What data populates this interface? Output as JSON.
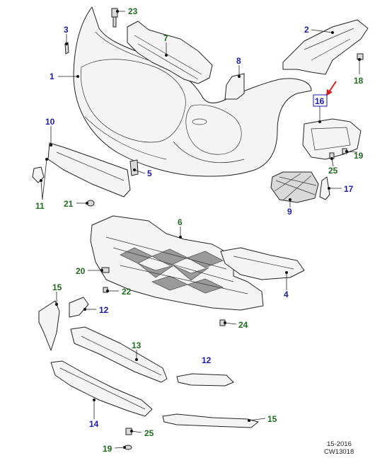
{
  "colors": {
    "blue_label": "#1a1aa8",
    "green_label": "#1f6b1f",
    "arrow": "#d42020",
    "line": "#222222"
  },
  "callouts": [
    {
      "id": "1",
      "text": "1",
      "color": "blue"
    },
    {
      "id": "2",
      "text": "2",
      "color": "blue"
    },
    {
      "id": "3",
      "text": "3",
      "color": "blue"
    },
    {
      "id": "4",
      "text": "4",
      "color": "blue"
    },
    {
      "id": "5",
      "text": "5",
      "color": "blue"
    },
    {
      "id": "6",
      "text": "6",
      "color": "green"
    },
    {
      "id": "7",
      "text": "7",
      "color": "green"
    },
    {
      "id": "8",
      "text": "8",
      "color": "blue"
    },
    {
      "id": "9",
      "text": "9",
      "color": "blue"
    },
    {
      "id": "10",
      "text": "10",
      "color": "blue"
    },
    {
      "id": "11",
      "text": "11",
      "color": "green"
    },
    {
      "id": "12a",
      "text": "12",
      "color": "blue"
    },
    {
      "id": "12b",
      "text": "12",
      "color": "blue"
    },
    {
      "id": "13",
      "text": "13",
      "color": "green"
    },
    {
      "id": "14",
      "text": "14",
      "color": "blue"
    },
    {
      "id": "15a",
      "text": "15",
      "color": "green"
    },
    {
      "id": "15b",
      "text": "15",
      "color": "green"
    },
    {
      "id": "16",
      "text": "16",
      "color": "blue"
    },
    {
      "id": "17",
      "text": "17",
      "color": "blue"
    },
    {
      "id": "18",
      "text": "18",
      "color": "green"
    },
    {
      "id": "19a",
      "text": "19",
      "color": "green"
    },
    {
      "id": "19b",
      "text": "19",
      "color": "green"
    },
    {
      "id": "20",
      "text": "20",
      "color": "green"
    },
    {
      "id": "21",
      "text": "21",
      "color": "green"
    },
    {
      "id": "22",
      "text": "22",
      "color": "green"
    },
    {
      "id": "23",
      "text": "23",
      "color": "green"
    },
    {
      "id": "24",
      "text": "24",
      "color": "green"
    },
    {
      "id": "25a",
      "text": "25",
      "color": "green"
    },
    {
      "id": "25b",
      "text": "25",
      "color": "green"
    }
  ],
  "footer": {
    "date_code": "15-2016",
    "drawing_ref": "CW13018"
  }
}
